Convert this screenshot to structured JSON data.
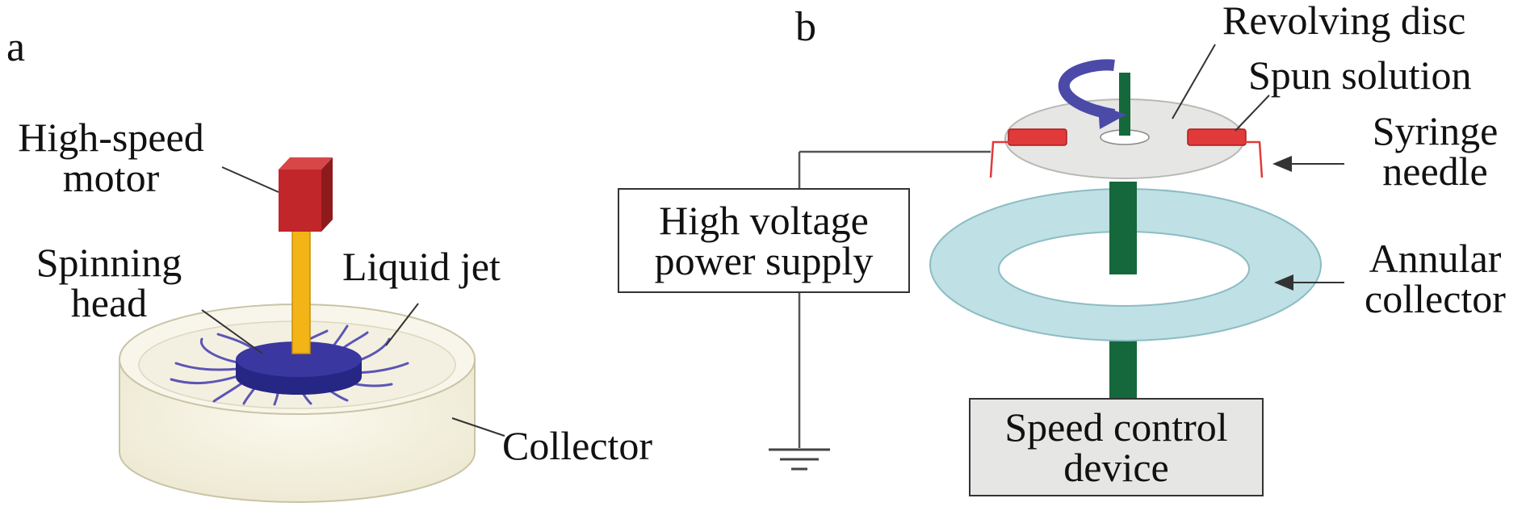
{
  "panel_a": {
    "panel_letter": "a",
    "labels": {
      "motor_line1": "High-speed",
      "motor_line2": "motor",
      "head_line1": "Spinning",
      "head_line2": "head",
      "jet": "Liquid jet",
      "collector": "Collector"
    }
  },
  "panel_b": {
    "panel_letter": "b",
    "labels": {
      "disc": "Revolving disc",
      "solution": "Spun solution",
      "needle_line1": "Syringe",
      "needle_line2": "needle",
      "annular_line1": "Annular",
      "annular_line2": "collector"
    },
    "hv_box": {
      "line1": "High voltage",
      "line2": "power supply"
    },
    "speed_box": {
      "line1": "Speed control",
      "line2": "device"
    }
  },
  "colors": {
    "motor_red": "#c0262a",
    "shaft_orange": "#f2b416",
    "head_navy": "#262684",
    "jet_purple": "#5c55b4",
    "collector_cream": "#f4f1e2",
    "shaft_green": "#15683c",
    "ring_cyan": "#bfe0e4",
    "disc_gray": "#e6e6e4",
    "needle_red": "#e13a3a",
    "arrow_purple": "#4b4aa8",
    "wire_gray": "#555555"
  },
  "icons": {
    "ground": "ground-symbol-icon",
    "rotation": "rotation-arrow-icon"
  }
}
